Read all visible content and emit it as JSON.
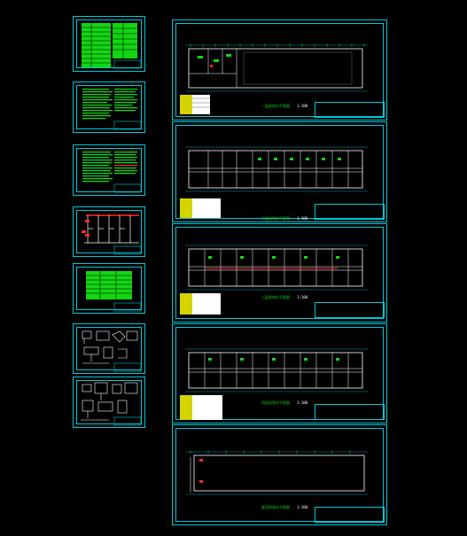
{
  "window": {
    "background": "#000000",
    "frame_color": "#00c8d8",
    "wall_color": "#ffffff",
    "note_color": "#19e019",
    "accent_color": "#ff2a2a"
  },
  "left_sheets": [
    {
      "kind": "table-green"
    },
    {
      "kind": "text-green"
    },
    {
      "kind": "text-green-red"
    },
    {
      "kind": "system-diagram"
    },
    {
      "kind": "table-green-small"
    },
    {
      "kind": "detail-drawings"
    },
    {
      "kind": "detail-drawings"
    }
  ],
  "plans": [
    {
      "caption": "一层给排水平面图",
      "scale": "1:100"
    },
    {
      "caption": "二层给排水平面图",
      "scale": "1:100"
    },
    {
      "caption": "三层给排水平面图",
      "scale": "1:100"
    },
    {
      "caption": "四层给排水平面图",
      "scale": "1:100"
    },
    {
      "caption": "屋顶给排水平面图",
      "scale": "1:100"
    }
  ]
}
